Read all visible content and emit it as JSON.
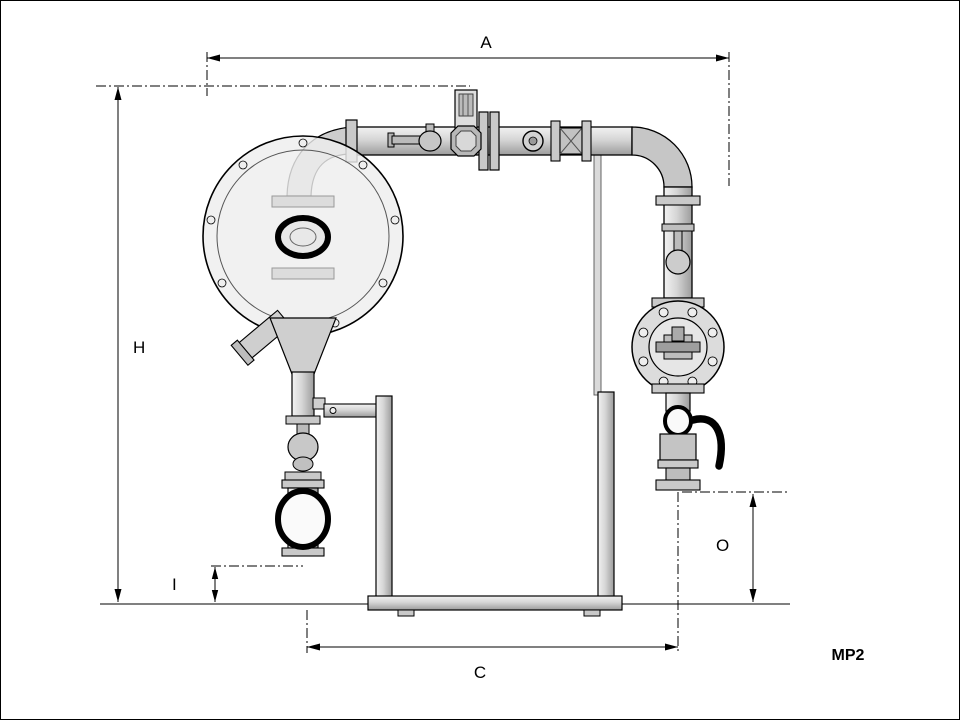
{
  "drawing": {
    "labels": {
      "a": "A",
      "h": "H",
      "i": "I",
      "c": "C",
      "o": "O"
    },
    "model_code": "MP2",
    "colors": {
      "ink": "#000000",
      "metal_light": "#e8e8e8",
      "metal_mid": "#cccccc",
      "metal_dark": "#9a9a9a",
      "background": "#ffffff"
    }
  }
}
